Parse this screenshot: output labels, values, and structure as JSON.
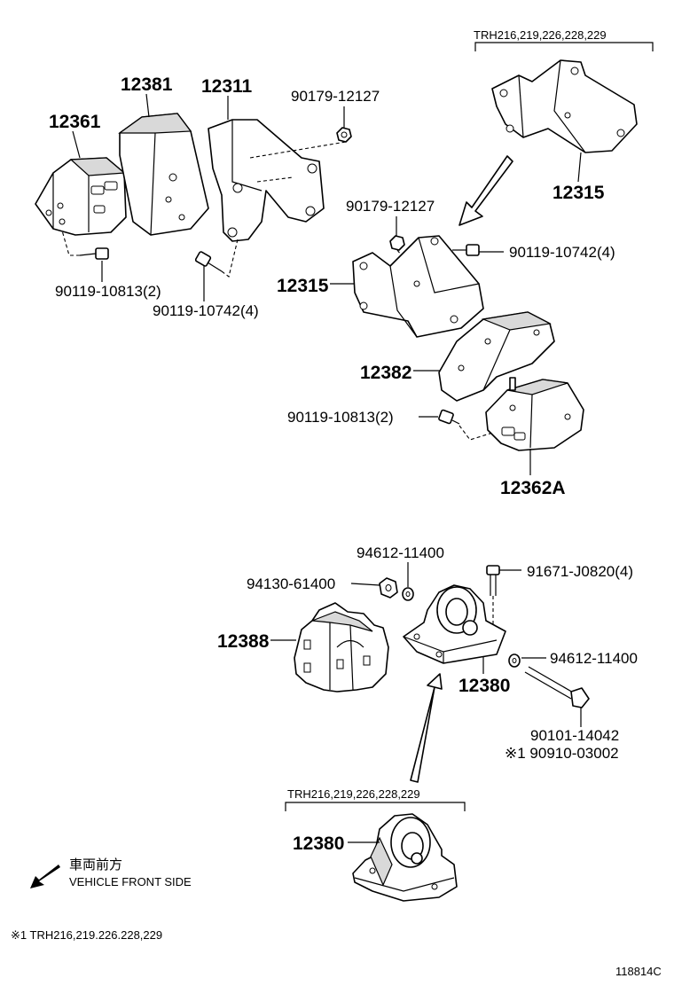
{
  "labels": {
    "p12361": "12361",
    "p12381": "12381",
    "p12311": "12311",
    "p90179a": "90179-12127",
    "p12315a": "12315",
    "model_top": "TRH216,219,226,228,229",
    "p90179b": "90179-12127",
    "p90119_10742b": "90119-10742(4)",
    "p90119_10813a": "90119-10813(2)",
    "p90119_10742a": "90119-10742(4)",
    "p12315b": "12315",
    "p12382": "12382",
    "p90119_10813b": "90119-10813(2)",
    "p12362A": "12362A",
    "p94612a": "94612-11400",
    "p94130": "94130-61400",
    "p91671": "91671-J0820(4)",
    "p12388": "12388",
    "p94612b": "94612-11400",
    "p12380a": "12380",
    "p90101": "90101-14042",
    "p90910": "※1 90910-03002",
    "model_bottom": "TRH216,219,226,228,229",
    "p12380b": "12380",
    "legend_jp": "車両前方",
    "legend_en": "VEHICLE FRONT SIDE",
    "footnote": "※1 TRH216,219.226.228,229",
    "figure_id": "118814C"
  }
}
